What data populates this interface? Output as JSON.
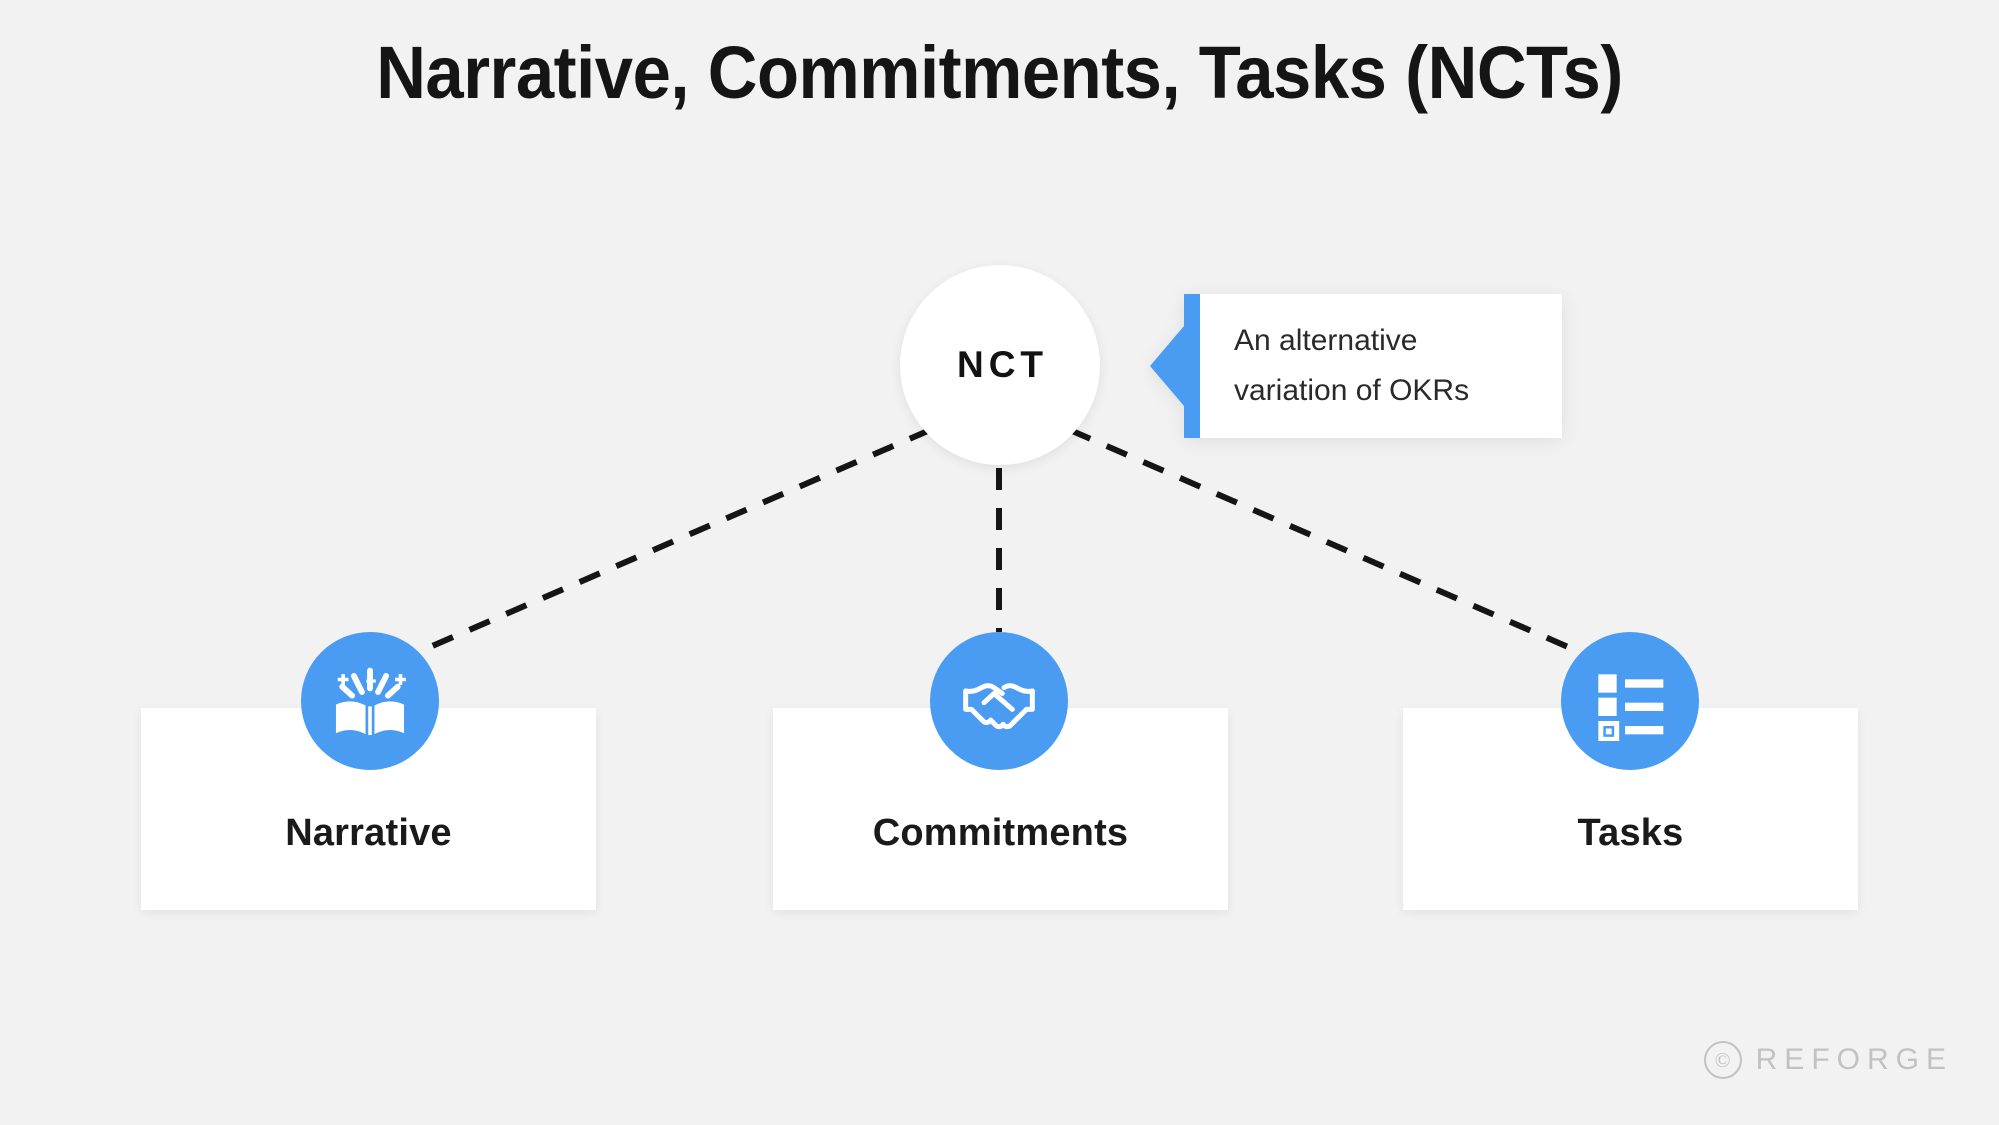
{
  "page": {
    "title": "Narrative, Commitments, Tasks (NCTs)",
    "background_color": "#f2f2f2",
    "accent_color": "#4a9bf2",
    "text_color": "#151515"
  },
  "hub": {
    "label": "NCT",
    "shape": "circle",
    "fill": "#ffffff"
  },
  "callout": {
    "line1": "An alternative",
    "line2": "variation of OKRs",
    "bar_color": "#4a9bf2",
    "pointer_direction": "left",
    "background": "#ffffff"
  },
  "nodes": [
    {
      "id": "narrative",
      "label": "Narrative",
      "icon": "open-book-sparkle-icon",
      "circle_color": "#4a9bf2",
      "card_color": "#ffffff"
    },
    {
      "id": "commitments",
      "label": "Commitments",
      "icon": "handshake-icon",
      "circle_color": "#4a9bf2",
      "card_color": "#ffffff"
    },
    {
      "id": "tasks",
      "label": "Tasks",
      "icon": "checklist-icon",
      "circle_color": "#4a9bf2",
      "card_color": "#ffffff"
    }
  ],
  "connectors": {
    "style": "dashed",
    "color": "#151515",
    "from": "NCT",
    "to": [
      "Narrative",
      "Commitments",
      "Tasks"
    ]
  },
  "watermark": {
    "symbol": "©",
    "text": "REFORGE",
    "color": "#c2c2c2"
  }
}
